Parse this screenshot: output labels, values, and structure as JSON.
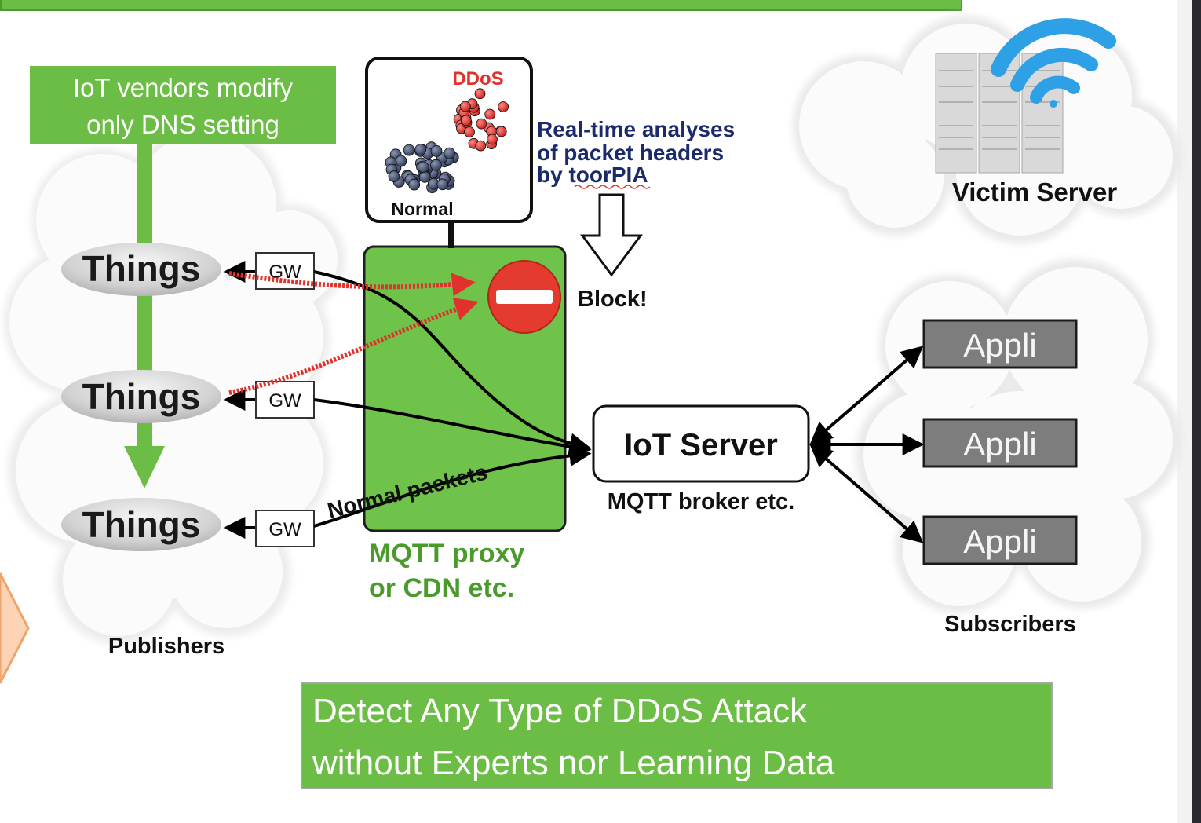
{
  "publishers": {
    "vendor_note": [
      "IoT vendors modify",
      "only DNS setting"
    ],
    "things": [
      "Things",
      "Things",
      "Things"
    ],
    "gateway_label": "GW",
    "caption": "Publishers"
  },
  "analysis_box": {
    "ddos_label": "DDoS",
    "normal_label": "Normal"
  },
  "analysis_text": [
    "Real-time analyses",
    "of packet headers",
    "by toorPIA"
  ],
  "block_label": "Block!",
  "proxy": {
    "caption": [
      "MQTT proxy",
      "or CDN etc."
    ],
    "normal_packets_label": "Normal packets"
  },
  "iot_server": {
    "label": "IoT Server",
    "caption": "MQTT broker etc."
  },
  "victim_server": {
    "label": "Victim Server"
  },
  "subscribers": {
    "apps": [
      "Appli",
      "Appli",
      "Appli"
    ],
    "caption": "Subscribers"
  },
  "summary": [
    "Detect Any Type of DDoS Attack",
    "without Experts nor Learning Data"
  ],
  "colors": {
    "green": "#6cbd45",
    "proxy_green": "#6fc24a",
    "ddos_red": "#e0312c",
    "normal_navy": "#3f4b66",
    "annotation_navy": "#1b2a6b",
    "appli_gray": "#7d7d7d"
  },
  "icons": [
    "wifi-icon",
    "server-rack-icon",
    "no-entry-icon",
    "down-arrow-icon",
    "callout-arrow-icon"
  ]
}
